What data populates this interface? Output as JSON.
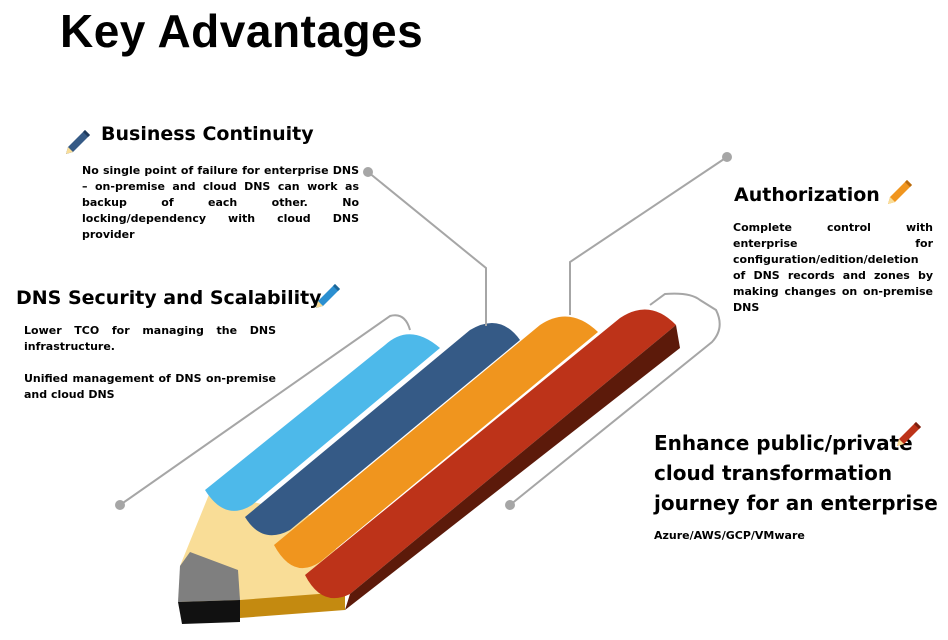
{
  "title": "Key Advantages",
  "sections": {
    "business_continuity": {
      "heading": "Business Continuity",
      "body": "No single point of failure for enterprise DNS – on-premise and cloud DNS can work as backup of each other. No locking/dependency with cloud DNS provider"
    },
    "authorization": {
      "heading": "Authorization",
      "body": "Complete control with enterprise for configuration/edition/deletion of DNS records and zones by making changes on on-premise DNS"
    },
    "dns_security": {
      "heading": "DNS Security and Scalability",
      "body1": "Lower TCO for managing the DNS infrastructure.",
      "body2": "Unified management of DNS on-premise and cloud DNS"
    },
    "cloud_transformation": {
      "heading": "Enhance public/private cloud transformation journey for an enterprise",
      "body": "Azure/AWS/GCP/VMware"
    }
  },
  "icons": [
    "pencil-icon-navy",
    "pencil-icon-orange",
    "pencil-icon-blue",
    "pencil-icon-red"
  ],
  "colors": {
    "light_blue": "#4DB9EA",
    "navy": "#355A86",
    "orange": "#F0951E",
    "red": "#BD3319",
    "wood": "#F9DD97",
    "connector": "#A6A6A6"
  }
}
